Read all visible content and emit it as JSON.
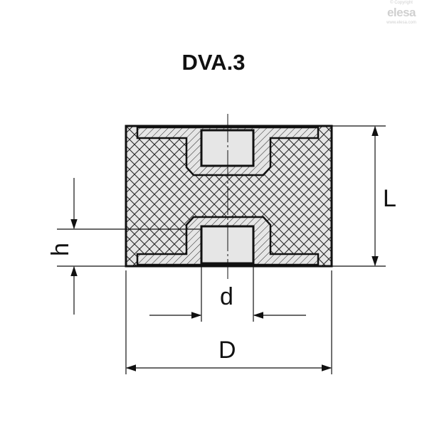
{
  "title": "DVA.3",
  "logo": {
    "copyright": "© Copyright",
    "brand": "elesa",
    "url": "www.elesa.com"
  },
  "dimensions": {
    "L": "L",
    "h": "h",
    "d": "d",
    "D": "D"
  },
  "colors": {
    "line": "#111111",
    "fill": "#e6e6e6",
    "logo": "#d0d0d0"
  }
}
